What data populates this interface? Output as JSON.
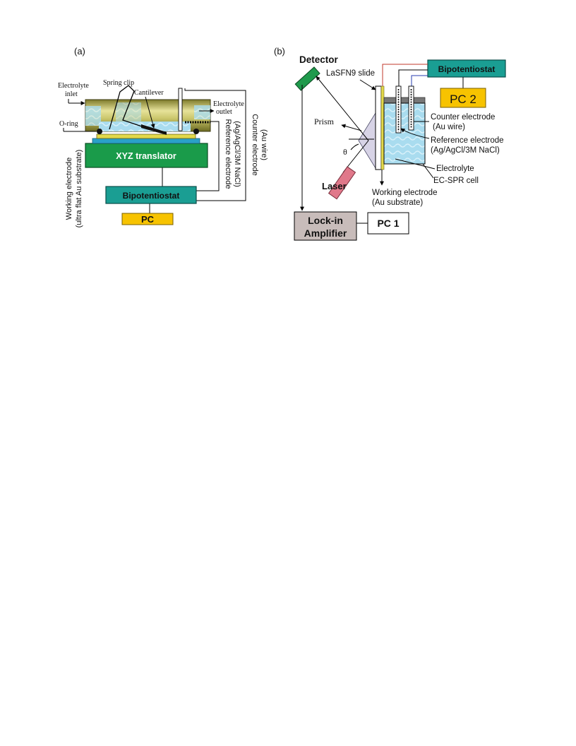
{
  "panel_a": {
    "label": "(a)",
    "electrolyte_inlet": [
      "Electrolyte",
      "inlet"
    ],
    "spring_clip": "Spring clip",
    "cantilever": "Cantilever",
    "electrolyte_outlet": [
      "Electrolyte",
      "outlet"
    ],
    "o_ring": "O-ring",
    "xyz_translator": "XYZ translator",
    "bipotentiostat": "Bipotentiostat",
    "pc": "PC",
    "working_electrode": [
      "Working electrode",
      "(ultra flat Au substrate)"
    ],
    "reference_electrode": [
      "Reference electrode",
      "(Ag/AgCl/3M NaCl)"
    ],
    "counter_electrode": [
      "Counter electrode",
      "(Au wire)"
    ]
  },
  "panel_b": {
    "label": "(b)",
    "detector": "Detector",
    "lasfn9_slide": "LaSFN9 slide",
    "bipotentiostat": "Bipotentiostat",
    "pc2": "PC 2",
    "prism": "Prism",
    "theta": "θ",
    "counter_electrode": [
      "Counter electrode",
      "(Au wire)"
    ],
    "reference_electrode": [
      "Reference electrode",
      "(Ag/AgCl/3M NaCl)"
    ],
    "electrolyte": "Electrolyte",
    "ec_spr_cell": "EC-SPR cell",
    "laser": "Laser",
    "working_electrode": [
      "Working electrode",
      "(Au substrate)"
    ],
    "lock_in_amplifier": [
      "Lock-in",
      "Amplifier"
    ],
    "pc1": "PC 1"
  },
  "colors": {
    "bipotentiostat": "#1a9e93",
    "pc": "#f7c300",
    "xyz_translator": "#1a9b4a",
    "detector": "#1f9a4c",
    "laser": "#e0788a",
    "lock_in": "#c8bcba",
    "electrolyte": "#a9dcef",
    "cell_body": "#c9c56a",
    "au_substrate": "#e2d84a"
  }
}
